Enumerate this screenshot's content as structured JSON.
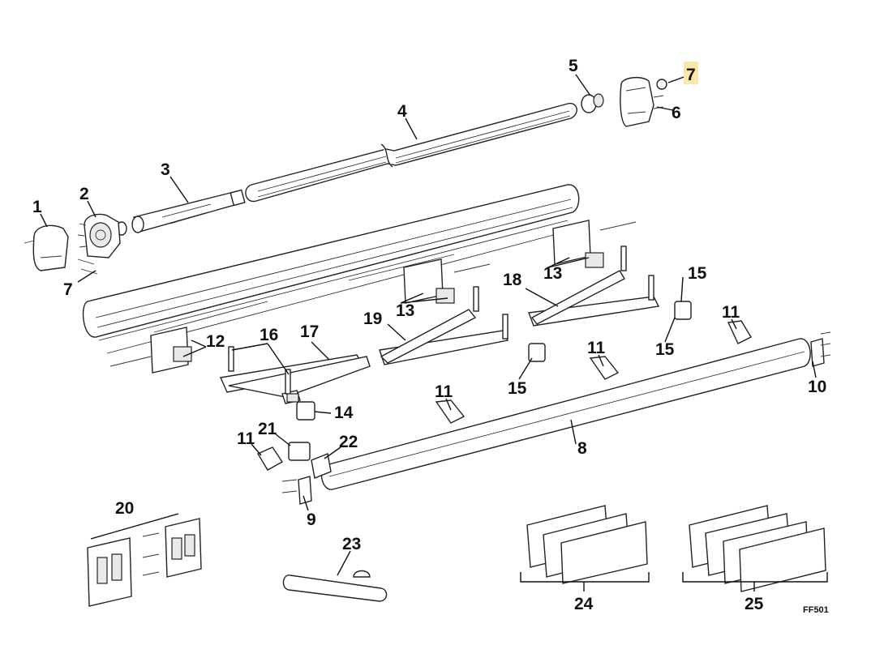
{
  "callouts": {
    "c1": "1",
    "c2": "2",
    "c3": "3",
    "c4": "4",
    "c5": "5",
    "c6": "6",
    "c7_top": "7",
    "c7_left": "7",
    "c8": "8",
    "c9": "9",
    "c10": "10",
    "c11_a": "11",
    "c11_b": "11",
    "c11_c": "11",
    "c11_d": "11",
    "c12": "12",
    "c13_a": "13",
    "c13_b": "13",
    "c14": "14",
    "c15_a": "15",
    "c15_b": "15",
    "c15_c": "15",
    "c16": "16",
    "c17": "17",
    "c18": "18",
    "c19": "19",
    "c20": "20",
    "c21": "21",
    "c22": "22",
    "c23": "23",
    "c24": "24",
    "c25": "25"
  },
  "figure_code": "FF501",
  "highlight_color": "#fbe7a6"
}
